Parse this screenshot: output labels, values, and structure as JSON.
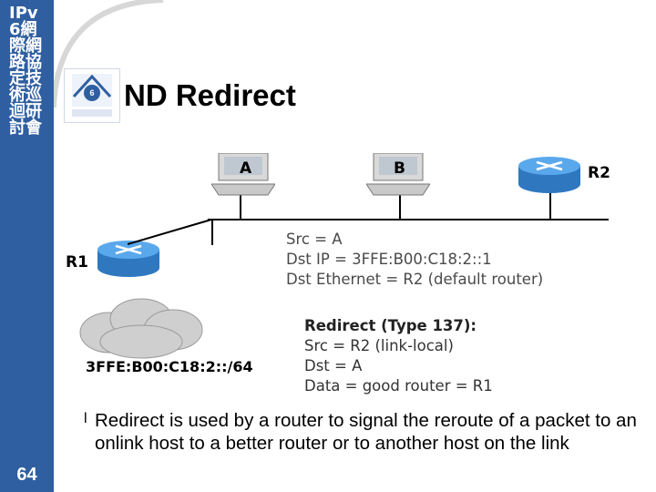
{
  "sidebar": {
    "title": "IPv6網際網路協定技術巡迴研討會",
    "page_number": "64"
  },
  "slide": {
    "title": "ND Redirect",
    "logo_name": "IPv6 Forum logo"
  },
  "network": {
    "host_a_label": "A",
    "host_b_label": "B",
    "router_r1_label": "R1",
    "router_r2_label": "R2",
    "subnet_label": "3FFE:B00:C18:2::/64"
  },
  "packet_message": {
    "line1": "Src = A",
    "line2": "Dst IP = 3FFE:B00:C18:2::1",
    "line3": "Dst Ethernet = R2 (default router)"
  },
  "redirect_message": {
    "heading": "Redirect (Type 137):",
    "line1": "Src = R2 (link-local)",
    "line2": "Dst = A",
    "line3": "Data = good router = R1"
  },
  "bullet": {
    "marker": "l",
    "text": "Redirect is used by a router to signal the reroute of a packet to an onlink host to a better router or to another host on the link"
  },
  "colors": {
    "sidebar": "#2f5fa0",
    "router": "#3a8fd8",
    "cloud": "#cfcfcf"
  }
}
